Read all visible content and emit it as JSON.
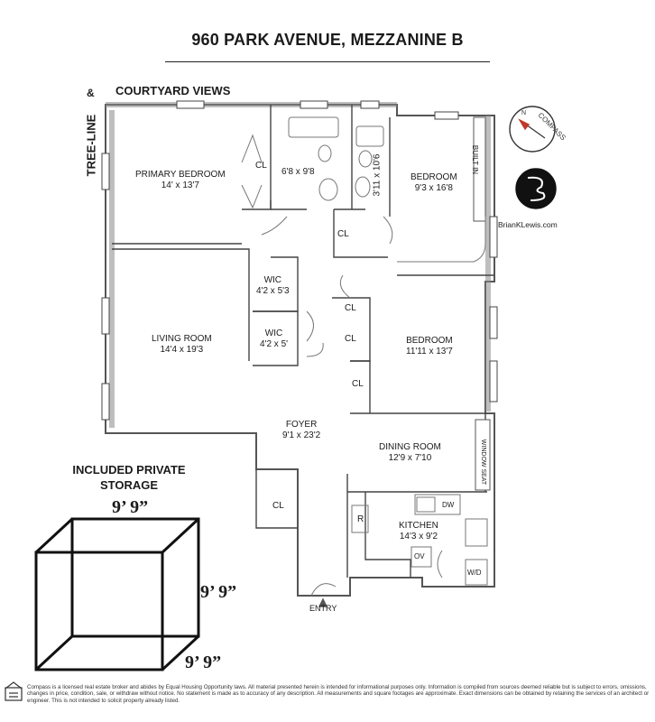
{
  "header": {
    "title": "960 PARK AVENUE, MEZZANINE B"
  },
  "views": {
    "courtyard": "COURTYARD VIEWS",
    "treeline": "TREE-LINE",
    "ampersand": "&"
  },
  "rooms": {
    "primary_bedroom": {
      "name": "PRIMARY BEDROOM",
      "size": "14' x 13'7"
    },
    "bath1": {
      "size": "6'8 x 9'8"
    },
    "bath2": {
      "size": "3'11 x 10'6"
    },
    "bedroom1": {
      "name": "BEDROOM",
      "size": "9'3 x 16'8"
    },
    "built_in": "BUILT IN",
    "living_room": {
      "name": "LIVING ROOM",
      "size": "14'4 x 19'3"
    },
    "wic1": {
      "name": "WIC",
      "size": "4'2 x 5'3"
    },
    "wic2": {
      "name": "WIC",
      "size": "4'2 x 5'"
    },
    "bedroom2": {
      "name": "BEDROOM",
      "size": "11'11 x 13'7"
    },
    "foyer": {
      "name": "FOYER",
      "size": "9'1 x 23'2"
    },
    "dining_room": {
      "name": "DINING ROOM",
      "size": "12'9 x 7'10"
    },
    "window_seat": "WINDOW SEAT",
    "kitchen": {
      "name": "KITCHEN",
      "size": "14'3 x 9'2"
    },
    "closet": "CL",
    "entry": "ENTRY",
    "appliances": {
      "fridge": "R",
      "oven": "OV",
      "dishwasher": "DW",
      "washer_dryer": "W/D"
    }
  },
  "compass": {
    "label": "COMPASS"
  },
  "brand": {
    "website": "BrianKLewis.com"
  },
  "storage": {
    "title_line1": "INCLUDED PRIVATE",
    "title_line2": "STORAGE",
    "width": "9’ 9”",
    "height": "9’ 9”",
    "depth": "9’ 9”"
  },
  "footer": {
    "disclaimer": "Compass is a licensed real estate broker and abides by Equal Housing Opportunity laws. All material presented herein is intended for informational purposes only. Information is compiled from sources deemed reliable but is subject to errors, omissions, changes in price, condition, sale, or withdraw without notice. No statement is made as to accuracy of any description. All measurements and square footages are approximate. Exact dimensions can be obtained by retaining the services of an architect or engineer. This is not intended to solicit property already listed."
  }
}
